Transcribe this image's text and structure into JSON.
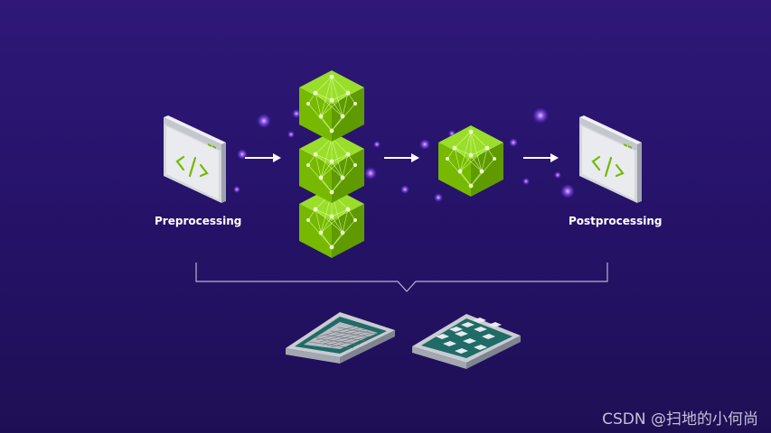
{
  "diagram": {
    "steps": {
      "preprocessing_label": "Preprocessing",
      "postprocessing_label": "Postprocessing"
    },
    "icons": {
      "code_window": "code-window-icon",
      "neural_cube": "neural-network-cube-icon",
      "cpu_chip": "cpu-chip-icon",
      "gpu_chip": "gpu-chip-icon"
    },
    "colors": {
      "accent_green": "#76b900",
      "background_top": "#2f1878",
      "background_bottom": "#1e0f55",
      "glow_purple": "#a56bff"
    }
  },
  "watermark": "CSDN @扫地的小何尚"
}
